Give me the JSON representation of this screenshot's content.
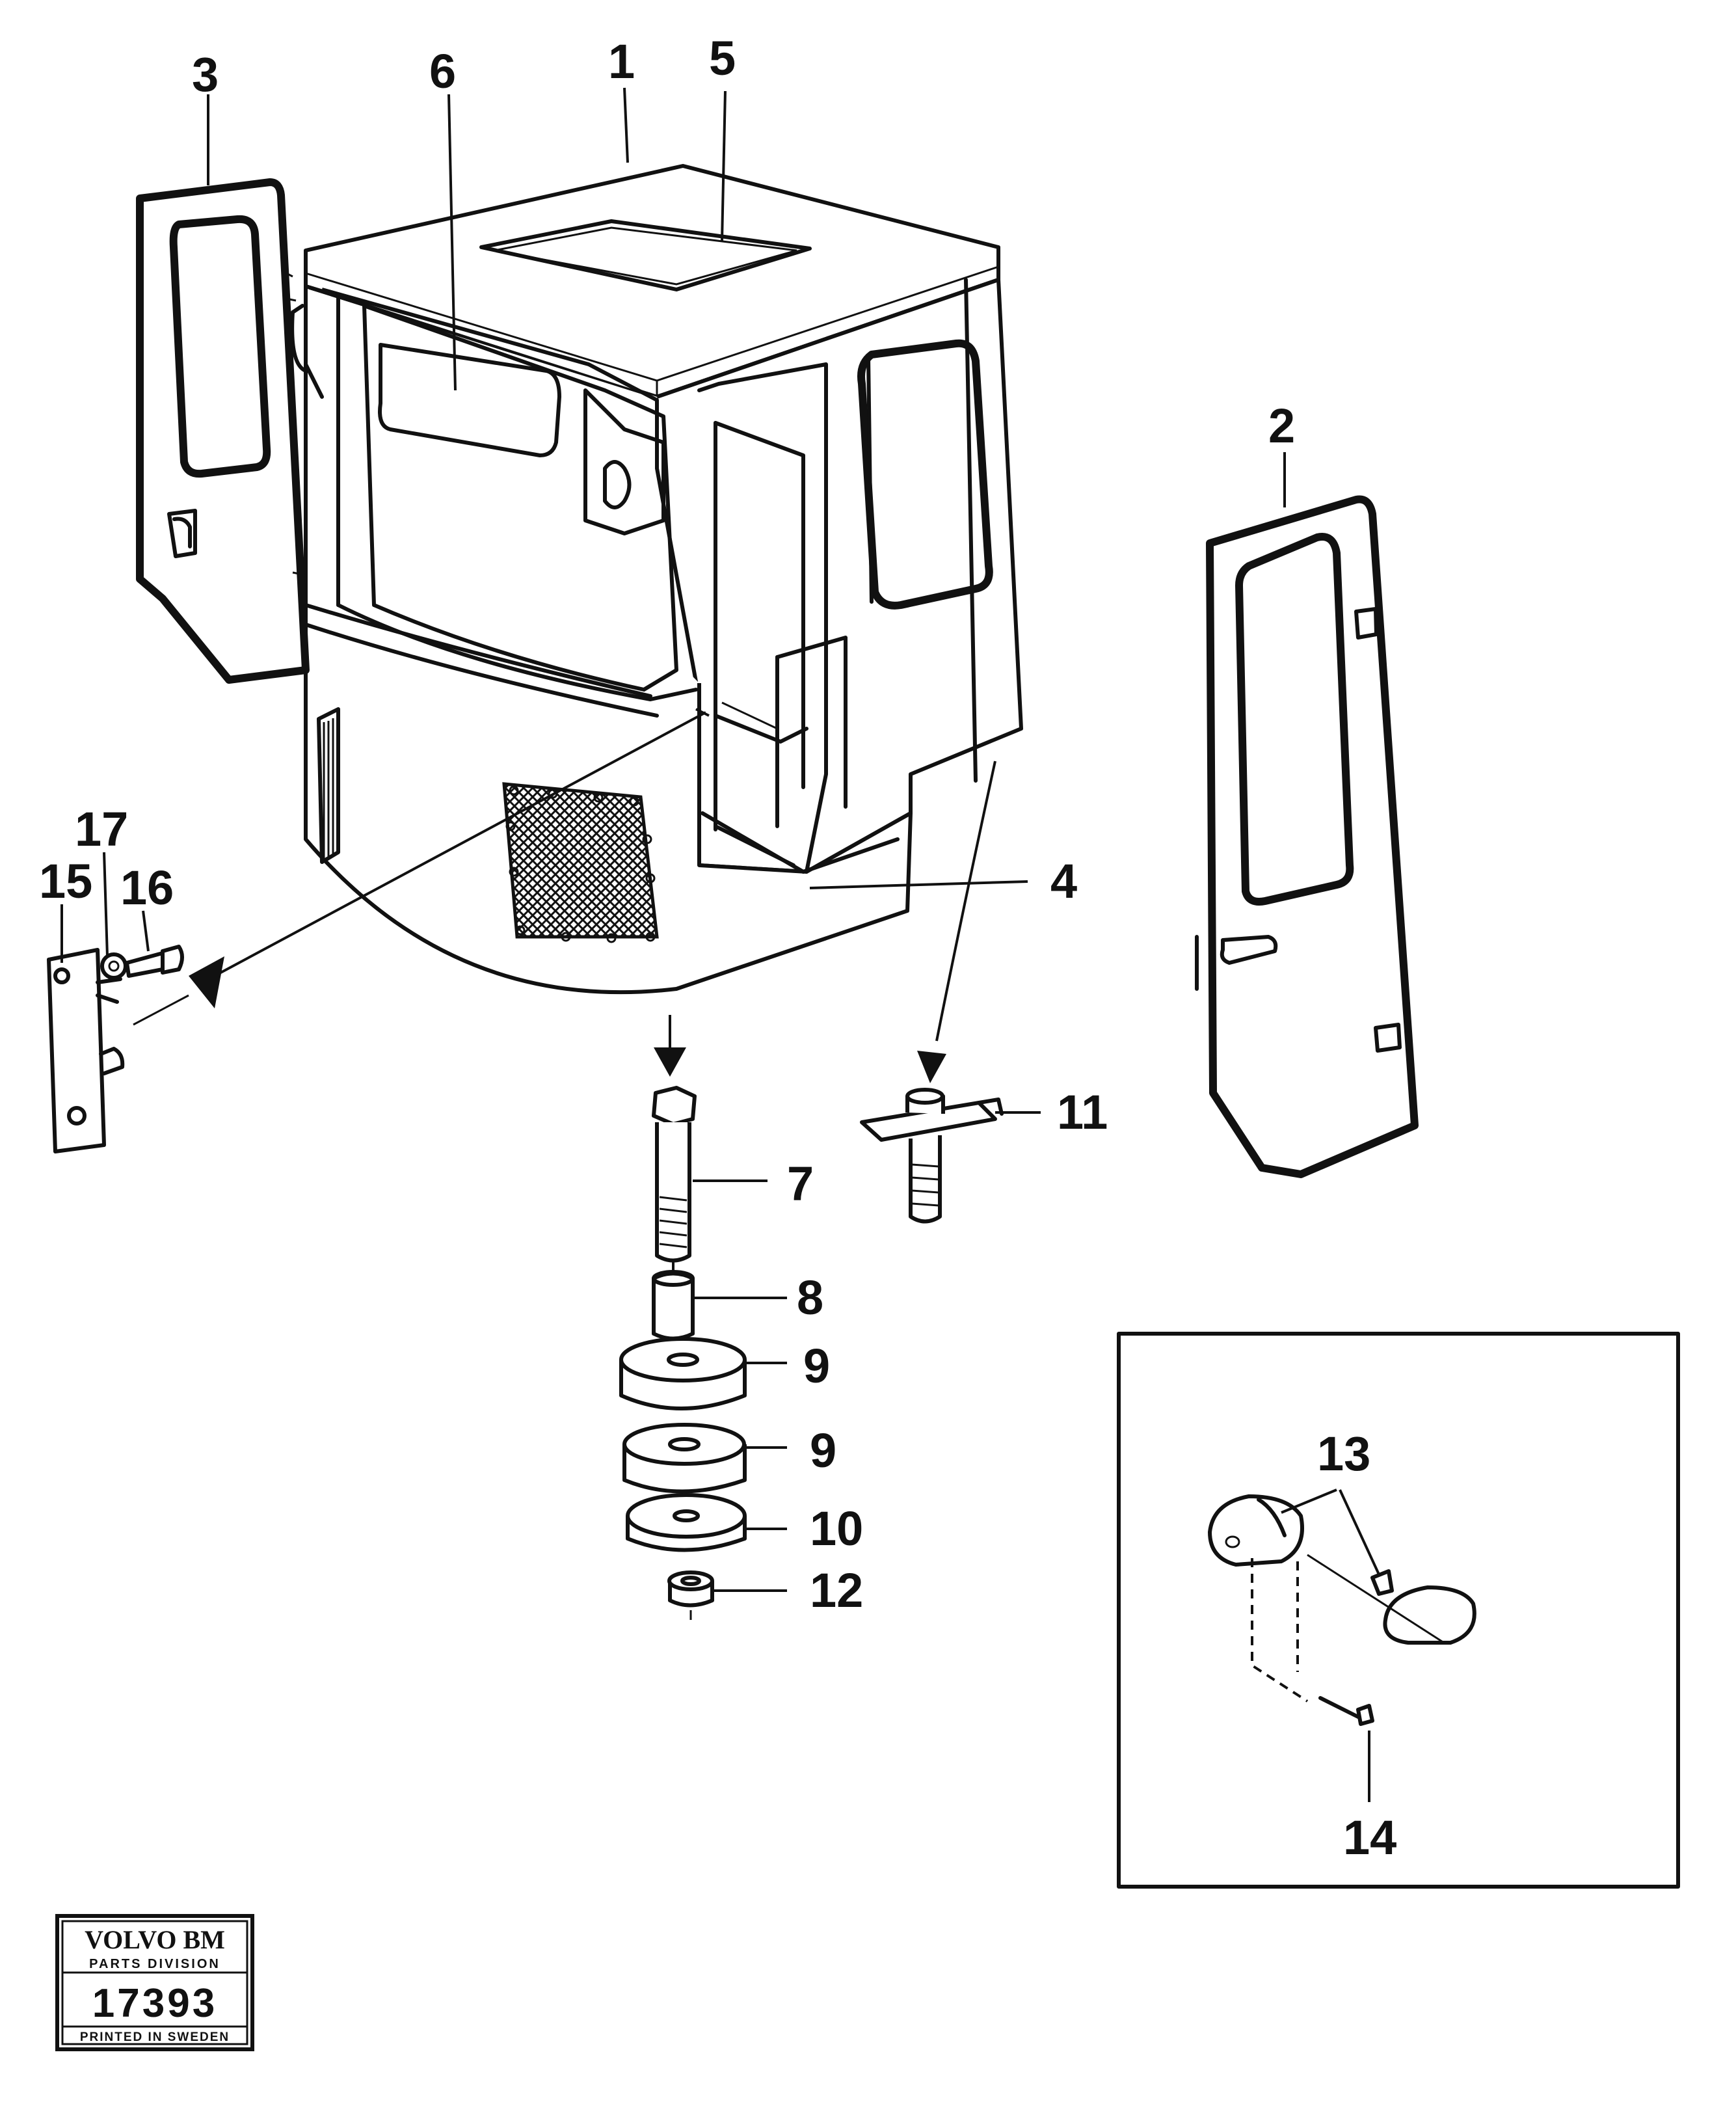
{
  "callouts": [
    "1",
    "2",
    "3",
    "4",
    "5",
    "6",
    "7",
    "8",
    "9",
    "9",
    "10",
    "11",
    "12",
    "13",
    "14",
    "15",
    "16",
    "17"
  ],
  "stamp": {
    "brand": "VOLVO BM",
    "division": "PARTS DIVISION",
    "number": "17393",
    "printed": "PRINTED IN SWEDEN"
  },
  "colors": {
    "ink": "#111111",
    "paper": "#ffffff"
  }
}
